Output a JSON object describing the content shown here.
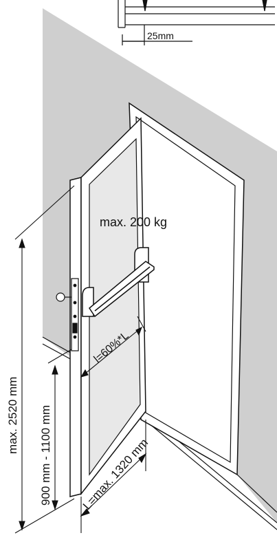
{
  "labels": {
    "top_dimension": "25mm",
    "max_weight": "max. 200 kg",
    "max_height": "max. 2520 mm",
    "handle_height": "900 mm - 1100 mm",
    "max_width": "L=max. 1320 mm",
    "bar_length": "l=60%*L"
  },
  "colors": {
    "wall": "#cfcfcf",
    "line": "#111111",
    "door": "#ffffff",
    "glass": "#e6e6e6"
  }
}
